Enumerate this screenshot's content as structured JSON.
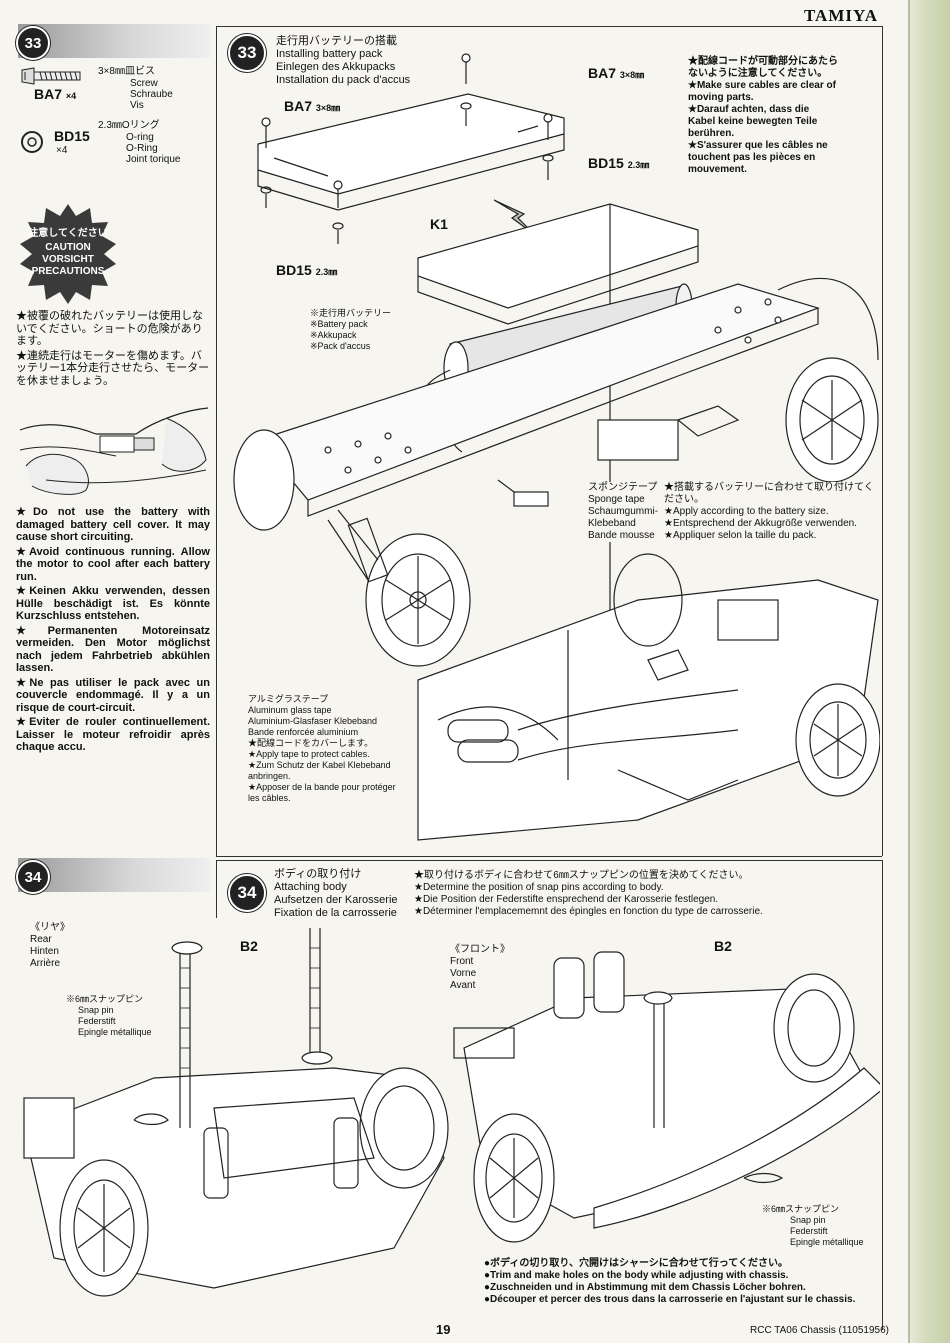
{
  "brand": "TAMIYA",
  "footer": {
    "page": "19",
    "doc": "RCC TA06 Chassis (11051956)"
  },
  "step33": {
    "num": "33",
    "parts": [
      {
        "code": "BA7",
        "qty": "×4",
        "size": "3×8㎜皿ビス",
        "en": "Screw",
        "de": "Schraube",
        "fr": "Vis"
      },
      {
        "code": "BD15",
        "qty": "×4",
        "size": "2.3㎜Oリング",
        "en": "O-ring",
        "de": "O-Ring",
        "fr": "Joint torique"
      }
    ],
    "caution": {
      "jp": "注意してください",
      "en": "CAUTION",
      "de": "VORSICHT",
      "fr": "PRECAUTIONS"
    },
    "warn_jp": [
      "★被覆の破れたバッテリーは使用しないでください。ショートの危険があります。",
      "★連続走行はモーターを傷めます。バッテリー1本分走行させたら、モーターを休ませましょう。"
    ],
    "warn_intl": [
      "★Do not use the battery with damaged battery cell cover. It may cause short circuiting.",
      "★Avoid continuous running. Allow the motor to cool after each battery run.",
      "★Keinen Akku verwenden, dessen Hülle beschädigt ist. Es könnte Kurzschluss entstehen.",
      "★Permanenten Motoreinsatz vermeiden. Den Motor möglichst nach jedem Fahrbetrieb abkühlen lassen.",
      "★Ne pas utiliser le pack avec un couvercle endommagé. Il y a un risque de court-circuit.",
      "★Eviter de rouler continuellement. Laisser le moteur refroidir après chaque accu."
    ],
    "title": {
      "jp": "走行用バッテリーの搭載",
      "en": "Installing battery pack",
      "de": "Einlegen des Akkupacks",
      "fr": "Installation du pack d'accus"
    },
    "note": [
      "★配線コードが可動部分にあたらないように注意してください。",
      "★Make sure cables are clear of moving parts.",
      "★Darauf achten, dass die Kabel keine bewegten Teile berühren.",
      "★S'assurer que les câbles ne touchent pas les pièces en mouvement."
    ],
    "labels": {
      "ba7a": "BA7",
      "ba7a_s": "3×8㎜",
      "ba7b": "BA7",
      "ba7b_s": "3×8㎜",
      "bd15a": "BD15",
      "bd15a_s": "2.3㎜",
      "bd15b": "BD15",
      "bd15b_s": "2.3㎜",
      "k1": "K1"
    },
    "battery": [
      "※走行用バッテリー",
      "※Battery pack",
      "※Akkupack",
      "※Pack d'accus"
    ],
    "sponge": [
      "スポンジテープ",
      "Sponge tape",
      "Schaumgummi-",
      "Klebeband",
      "Bande mousse"
    ],
    "sponge_note": [
      "★搭載するバッテリーに合わせて取り付けてください。",
      "★Apply according to the battery size.",
      "★Entsprechend der Akkugröße verwenden.",
      "★Appliquer selon la taille du pack."
    ],
    "alu": [
      "アルミグラステープ",
      "Aluminum glass tape",
      "Aluminium-Glasfaser Klebeband",
      "Bande renforcée aluminium",
      "★配線コードをカバーします。",
      "★Apply tape to protect cables.",
      "★Zum Schutz der Kabel Klebeband anbringen.",
      "★Apposer de la bande pour protéger les câbles."
    ]
  },
  "step34": {
    "num": "34",
    "title": {
      "jp": "ボディの取り付け",
      "en": "Attaching body",
      "de": "Aufsetzen der Karosserie",
      "fr": "Fixation de la carrosserie"
    },
    "note": [
      "★取り付けるボディに合わせて6㎜スナップピンの位置を決めてください。",
      "★Determine the position of snap pins according to body.",
      "★Die Position der Federstifte ensprechend der Karosserie festlegen.",
      "★Déterminer l'emplacememnt des épingles en fonction du type de carrosserie."
    ],
    "rear": [
      "《リヤ》",
      "Rear",
      "Hinten",
      "Arrière"
    ],
    "front": [
      "《フロント》",
      "Front",
      "Vorne",
      "Avant"
    ],
    "b2a": "B2",
    "b2b": "B2",
    "pin_a": [
      "※6㎜スナップピン",
      "Snap pin",
      "Federstift",
      "Epingle métallique"
    ],
    "pin_b": [
      "※6㎜スナップピン",
      "Snap pin",
      "Federstift",
      "Epingle métallique"
    ],
    "trim": [
      "●ボディの切り取り、穴開けはシャーシに合わせて行ってください。",
      "●Trim and make holes on the body while adjusting with chassis.",
      "●Zuschneiden und in Abstimmung mit dem Chassis Löcher bohren.",
      "●Découper et percer des trous dans la carrosserie en l'ajustant sur le chassis."
    ]
  }
}
